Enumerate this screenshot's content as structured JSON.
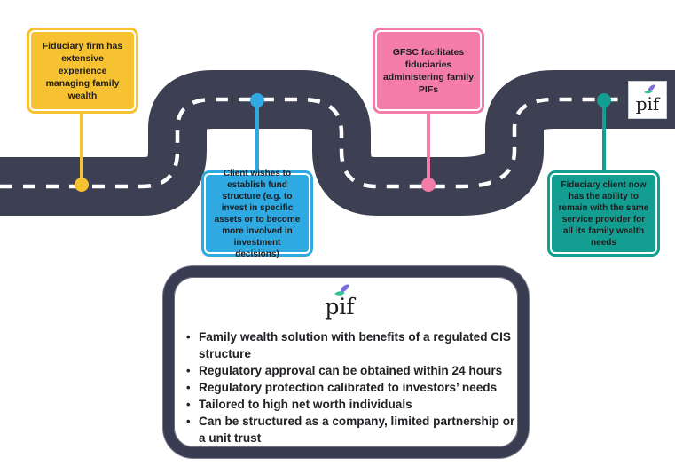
{
  "diagram": {
    "type": "roadmap",
    "colors": {
      "road": "#3d3f52",
      "road_dash": "#ffffff",
      "yellow": "#f7c231",
      "pink": "#f47ca8",
      "blue": "#2fa9e1",
      "teal": "#139e91",
      "frame": "#3a3d52"
    },
    "milestones": [
      {
        "id": "step-1",
        "color": "yellow",
        "text": "Fiduciary firm has extensive experience managing family wealth"
      },
      {
        "id": "step-2",
        "color": "blue",
        "text": "Client wishes to establish fund structure (e.g. to invest in specific assets or to become more involved in investment decisions)"
      },
      {
        "id": "step-3",
        "color": "pink",
        "text": "GFSC facilitates fiduciaries administering family PIFs"
      },
      {
        "id": "step-4",
        "color": "teal",
        "text": "Fiduciary client now has the ability to remain with the same service provider for all its family wealth needs"
      }
    ],
    "end_logo": {
      "icon": "pif-logo",
      "text": "pif",
      "leaf_colors": [
        "#2fc48d",
        "#7b6fe0"
      ]
    }
  },
  "summary": {
    "logo_text": "pif",
    "bullet_glyph": "•",
    "items": [
      "Family wealth solution with benefits of a regulated CIS structure",
      "Regulatory approval can be obtained within 24 hours",
      "Regulatory protection calibrated to investors’ needs",
      "Tailored to high net worth individuals",
      "Can be structured as a company, limited partnership or a unit trust"
    ]
  }
}
